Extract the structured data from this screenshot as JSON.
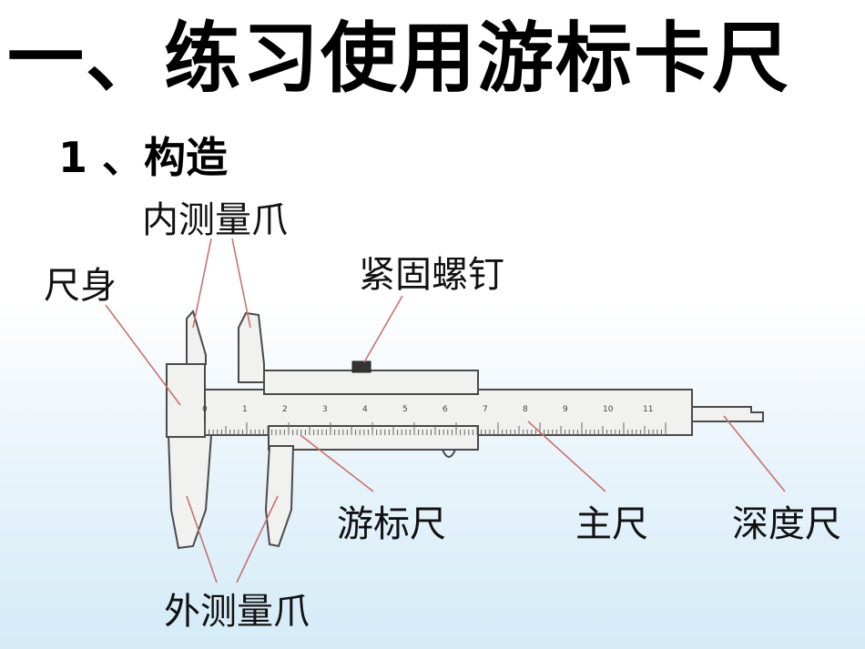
{
  "title": "一、练习使用游标卡尺",
  "subtitle": "1 、构造",
  "labels": {
    "inner_jaws": "内测量爪",
    "ruler_body": "尺身",
    "lock_screw": "紧固螺钉",
    "vernier": "游标尺",
    "main_scale": "主尺",
    "depth_rod": "深度尺",
    "outer_jaws": "外测量爪"
  },
  "main_scale_numbers": [
    "0",
    "1",
    "2",
    "3",
    "4",
    "5",
    "6",
    "7",
    "8",
    "9",
    "10",
    "11"
  ],
  "colors": {
    "pointer_line": "#c8726e",
    "caliper_fill": "#f1f1ef",
    "caliper_stroke": "#4a4a4a",
    "background_tint": "#d4ebf7"
  }
}
